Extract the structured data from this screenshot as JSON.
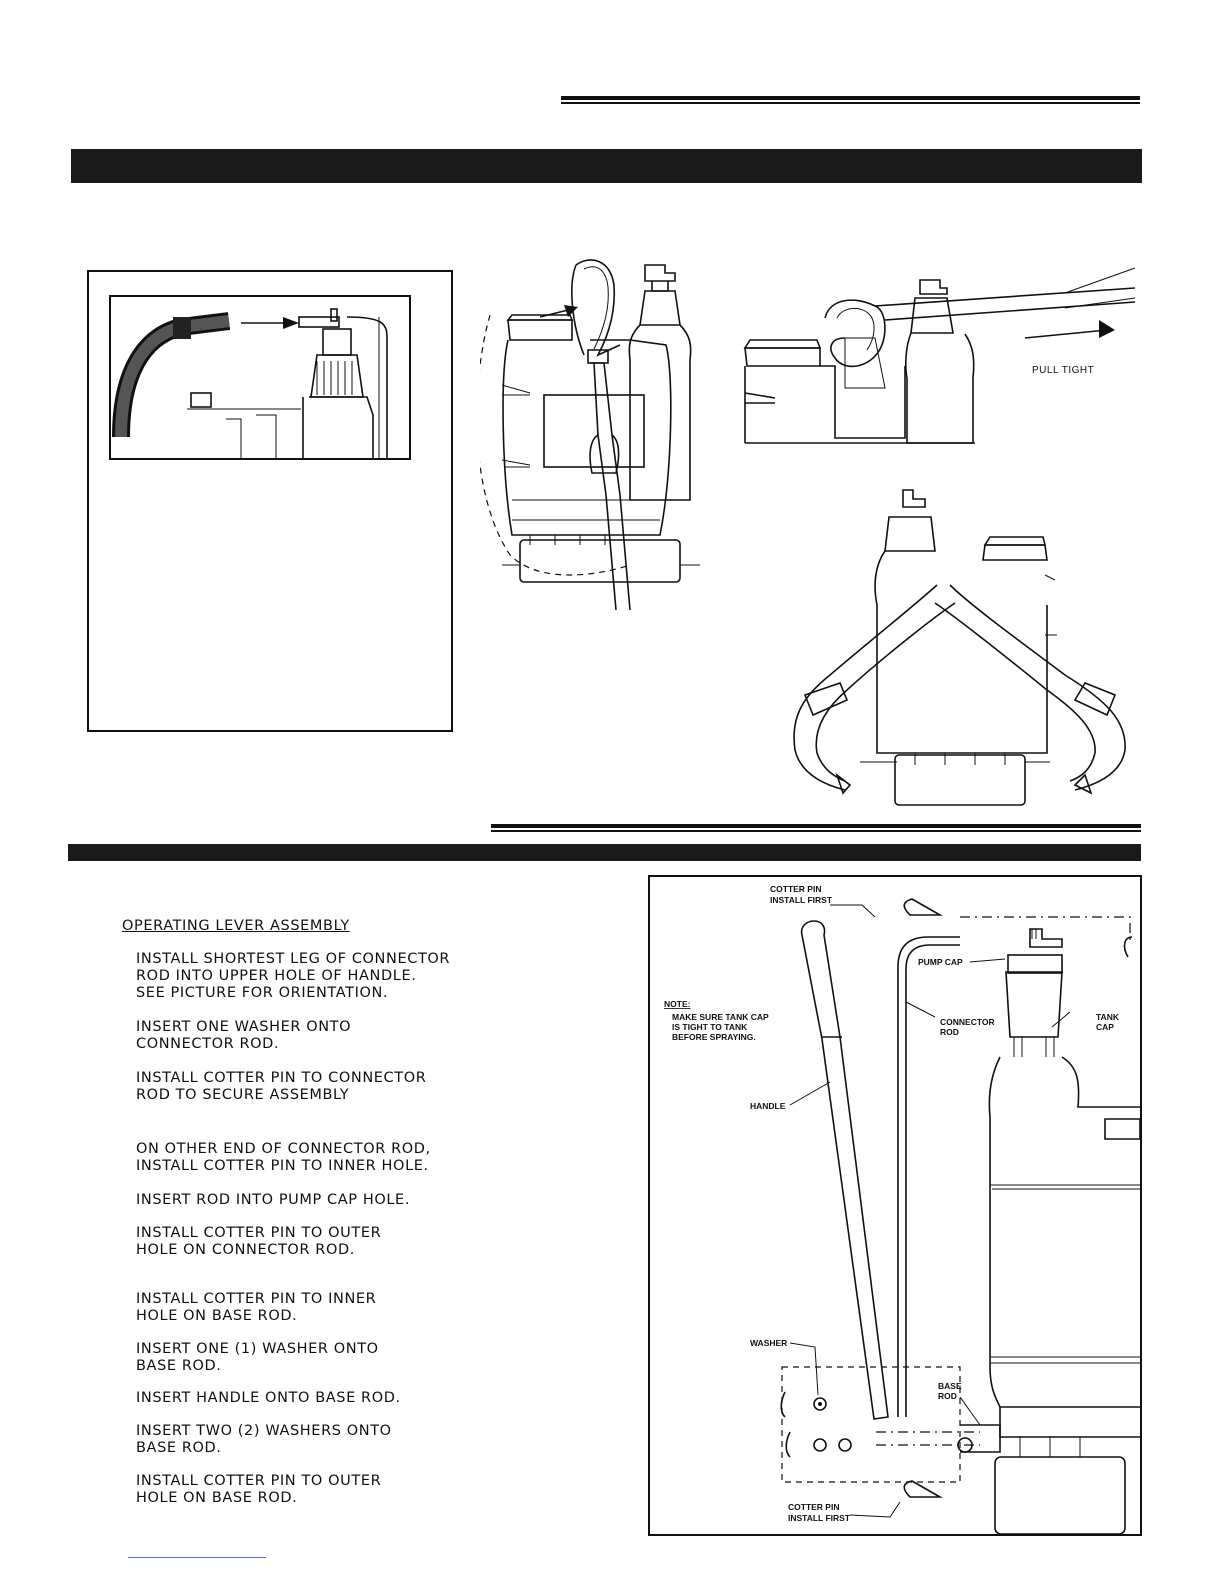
{
  "figure_labels": {
    "pull_tight": "PULL TIGHT"
  },
  "diagram_labels": {
    "cotter_pin_top": [
      "COTTER PIN",
      "INSTALL FIRST"
    ],
    "pump_cap": "PUMP CAP",
    "tank_cap": [
      "TANK",
      "CAP"
    ],
    "connector_rod": [
      "CONNECTOR",
      "ROD"
    ],
    "note_title": "NOTE:",
    "note_lines": [
      "MAKE SURE TANK CAP",
      "IS TIGHT TO TANK",
      "BEFORE SPRAYING."
    ],
    "handle": "HANDLE",
    "washer": "WASHER",
    "base_rod": [
      "BASE",
      "ROD"
    ],
    "cotter_pin_bottom": [
      "COTTER PIN",
      "INSTALL FIRST"
    ]
  },
  "instructions": {
    "heading": "OPERATING LEVER ASSEMBLY",
    "steps": [
      "INSTALL SHORTEST LEG OF CONNECTOR\nROD INTO UPPER HOLE OF HANDLE.\nSEE PICTURE FOR ORIENTATION.",
      "INSERT ONE WASHER ONTO\nCONNECTOR ROD.",
      "INSTALL COTTER PIN TO CONNECTOR\nROD TO SECURE ASSEMBLY",
      "ON OTHER END OF CONNECTOR ROD,\nINSTALL COTTER PIN TO INNER HOLE.",
      "INSERT ROD INTO PUMP CAP HOLE.",
      "INSTALL COTTER PIN TO OUTER\nHOLE ON CONNECTOR ROD.",
      "INSTALL COTTER PIN TO INNER\nHOLE ON BASE ROD.",
      "INSERT ONE (1) WASHER ONTO\nBASE ROD.",
      "INSERT HANDLE ONTO BASE ROD.",
      "INSERT TWO (2) WASHERS ONTO\nBASE ROD.",
      "INSTALL COTTER PIN TO OUTER\nHOLE ON BASE ROD."
    ]
  }
}
